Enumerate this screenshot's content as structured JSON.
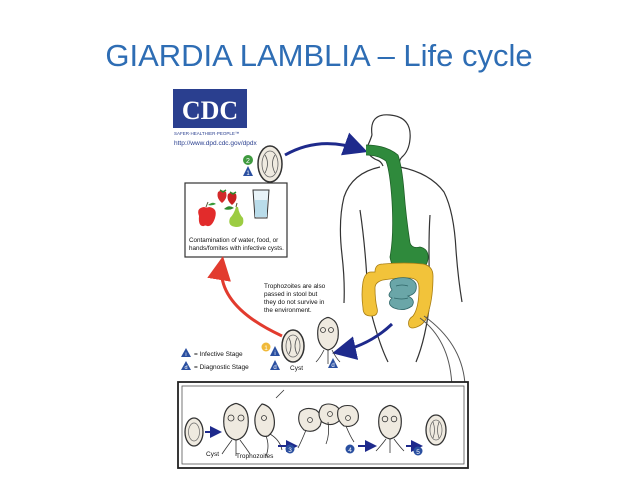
{
  "title": "GIARDIA LAMBLIA – Life cycle",
  "logo": {
    "text": "CDC",
    "tagline": "SAFER·HEALTHIER·PEOPLE™",
    "url": "http://www.dpd.cdc.gov/dpdx"
  },
  "labels": {
    "contamination_line1": "Contamination of water, food, or",
    "contamination_line2": "hands/fomites with infective cysts.",
    "troph_line1": "Trophozoites are also",
    "troph_line2": "passed in stool but",
    "troph_line3": "they do not survive in",
    "troph_line4": "the environment.",
    "cyst_upper": "Cyst",
    "cyst_lower": "Cyst",
    "trophozoites": "Trophozoites"
  },
  "legend": {
    "infective": "= Infective Stage",
    "diagnostic": "= Diagnostic Stage",
    "infective_marker": "i",
    "diagnostic_marker": "d"
  },
  "steps": {
    "s1": "1",
    "s2": "2",
    "s3": "3",
    "s4": "4",
    "s5": "5"
  },
  "colors": {
    "title": "#2e6db4",
    "arrow_blue": "#1e2a8c",
    "arrow_red": "#e23b2e",
    "gut_green": "#2f8a3c",
    "colon_yellow": "#f2c33a",
    "intestine_teal": "#6aa6a8",
    "step_green": "#3f9a3f",
    "step_blue": "#2a4fa0",
    "step_orange": "#f0b93a"
  }
}
